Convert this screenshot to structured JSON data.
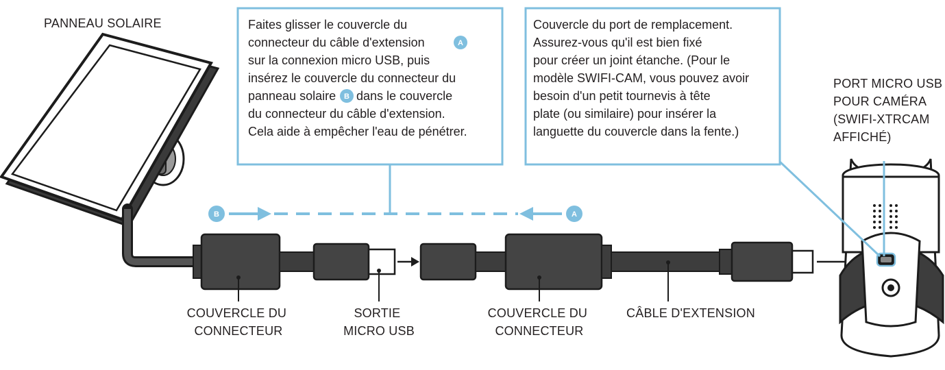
{
  "labels": {
    "solar_panel": "PANNEAU SOLAIRE",
    "connector_cover_left": [
      "COUVERCLE DU",
      "CONNECTEUR"
    ],
    "micro_usb_output": [
      "SORTIE",
      "MICRO USB"
    ],
    "connector_cover_right": [
      "COUVERCLE DU",
      "CONNECTEUR"
    ],
    "extension_cable": "CÂBLE D'EXTENSION",
    "camera_port": [
      "PORT MICRO USB",
      "POUR CAMÉRA",
      "(SWIFI-XTRCAM",
      "AFFICHÉ)"
    ]
  },
  "callout_slide": {
    "lines": [
      "Faites glisser le couvercle du",
      "connecteur du câble d'extension",
      "sur la connexion micro USB, puis",
      "insérez le couvercle du connecteur du",
      "panneau solaire",
      "dans le couvercle",
      "du connecteur du câble d'extension.",
      "Cela aide à empêcher l'eau de pénétrer."
    ]
  },
  "callout_port": {
    "lines": [
      "Couvercle du port de remplacement.",
      "Assurez-vous qu'il est bien fixé",
      "pour créer un joint étanche. (Pour le",
      "modèle SWIFI-CAM, vous pouvez avoir",
      "besoin d'un petit tournevis à tête",
      "plate (ou similaire) pour insérer la",
      "languette du couvercle dans la fente.)"
    ]
  },
  "badges": {
    "a": "A",
    "b": "B"
  },
  "colors": {
    "accent": "#7fbfdf",
    "dark": "#3d3d3d",
    "outline": "#1c1c1c",
    "text": "#231f20"
  }
}
